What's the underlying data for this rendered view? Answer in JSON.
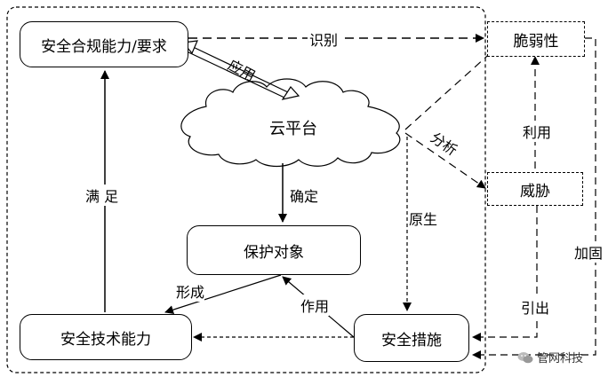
{
  "nodes": {
    "compliance": "安全合规能力/要求",
    "cloud": "云平台",
    "protect": "保护对象",
    "tech": "安全技术能力",
    "measures": "安全措施",
    "vuln": "脆弱性",
    "threat": "威胁"
  },
  "edges": {
    "identify": "识别",
    "apply": "应用",
    "determine": "确定",
    "satisfy": "满 足",
    "analyze": "分析",
    "native": "原生",
    "use": "利用",
    "reinforce": "加固",
    "form": "形成",
    "act": "作用",
    "lead": "引出"
  },
  "brand": "管网科技"
}
